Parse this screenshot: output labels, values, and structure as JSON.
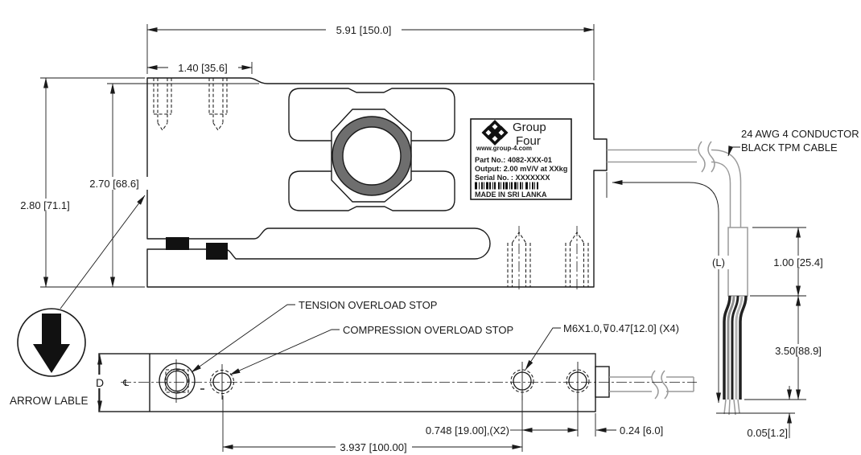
{
  "drawing": {
    "dims": {
      "overall_length": "5.91 [150.0]",
      "hole_offset": "1.40 [35.6]",
      "overall_height": "2.80 [71.1]",
      "body_height": "2.70 [68.6]",
      "cable_length": "(L)",
      "sleeve_length": "1.00 [25.4]",
      "wire_length": "3.50[88.9]",
      "strip_length": "0.05[1.2]",
      "hole_spacing": "0.748 [19.00],(X2)",
      "edge_offset": "0.24 [6.0]",
      "stop_spacing": "3.937 [100.00]",
      "width_ref": "D"
    },
    "notes": {
      "cable_line1": "24 AWG 4 CONDUCTOR",
      "cable_line2": "BLACK TPM CABLE",
      "tension": "TENSION  OVERLOAD STOP",
      "compression": "COMPRESSION OVERLOAD STOP",
      "thread": "M6X1.0,⊽0.47[12.0]  (X4)",
      "arrow_label": "ARROW LABLE",
      "centerline_symbol": "℄"
    },
    "label": {
      "brand_line1": "Group",
      "brand_line2": "Four",
      "url": "www.group-4.com",
      "part_no": "Part No.: 4082-XXX-01",
      "output": "Output: 2.00 mV/V at XXkg",
      "serial": "Serial No.   : XXXXXXX",
      "origin": "MADE IN SRI LANKA"
    },
    "colors": {
      "line": "#1a1a1a",
      "cable": "#9a9a9a",
      "ring": "#6e6e6e",
      "wire_dark": "#222222",
      "wire_mid": "#8f8f8f",
      "wire_light": "#b5b5b5"
    }
  }
}
